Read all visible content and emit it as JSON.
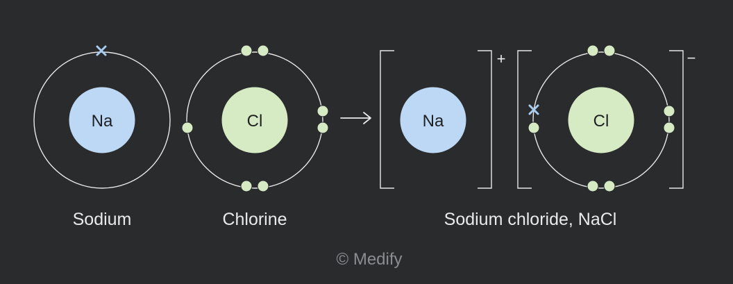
{
  "atoms": {
    "sodium": {
      "symbol": "Na",
      "caption": "Sodium"
    },
    "chlorine": {
      "symbol": "Cl",
      "caption": "Chlorine"
    }
  },
  "product": {
    "sodium_ion_symbol": "Na",
    "chloride_ion_symbol": "Cl",
    "sodium_charge": "+",
    "chloride_charge": "−",
    "caption": "Sodium chloride, NaCl"
  },
  "credit": "© Medify",
  "colors": {
    "background": "#2a2b2d",
    "sodium_nucleus": "#bcd8f4",
    "chlorine_nucleus": "#d6ebc4",
    "electron": "#d6ebc4",
    "transferred_electron": "#a8cdf0",
    "shell": "#e8e8e8"
  },
  "icons": {
    "reaction_arrow": "right-arrow-icon",
    "transferred_electron": "cross-electron-icon"
  }
}
